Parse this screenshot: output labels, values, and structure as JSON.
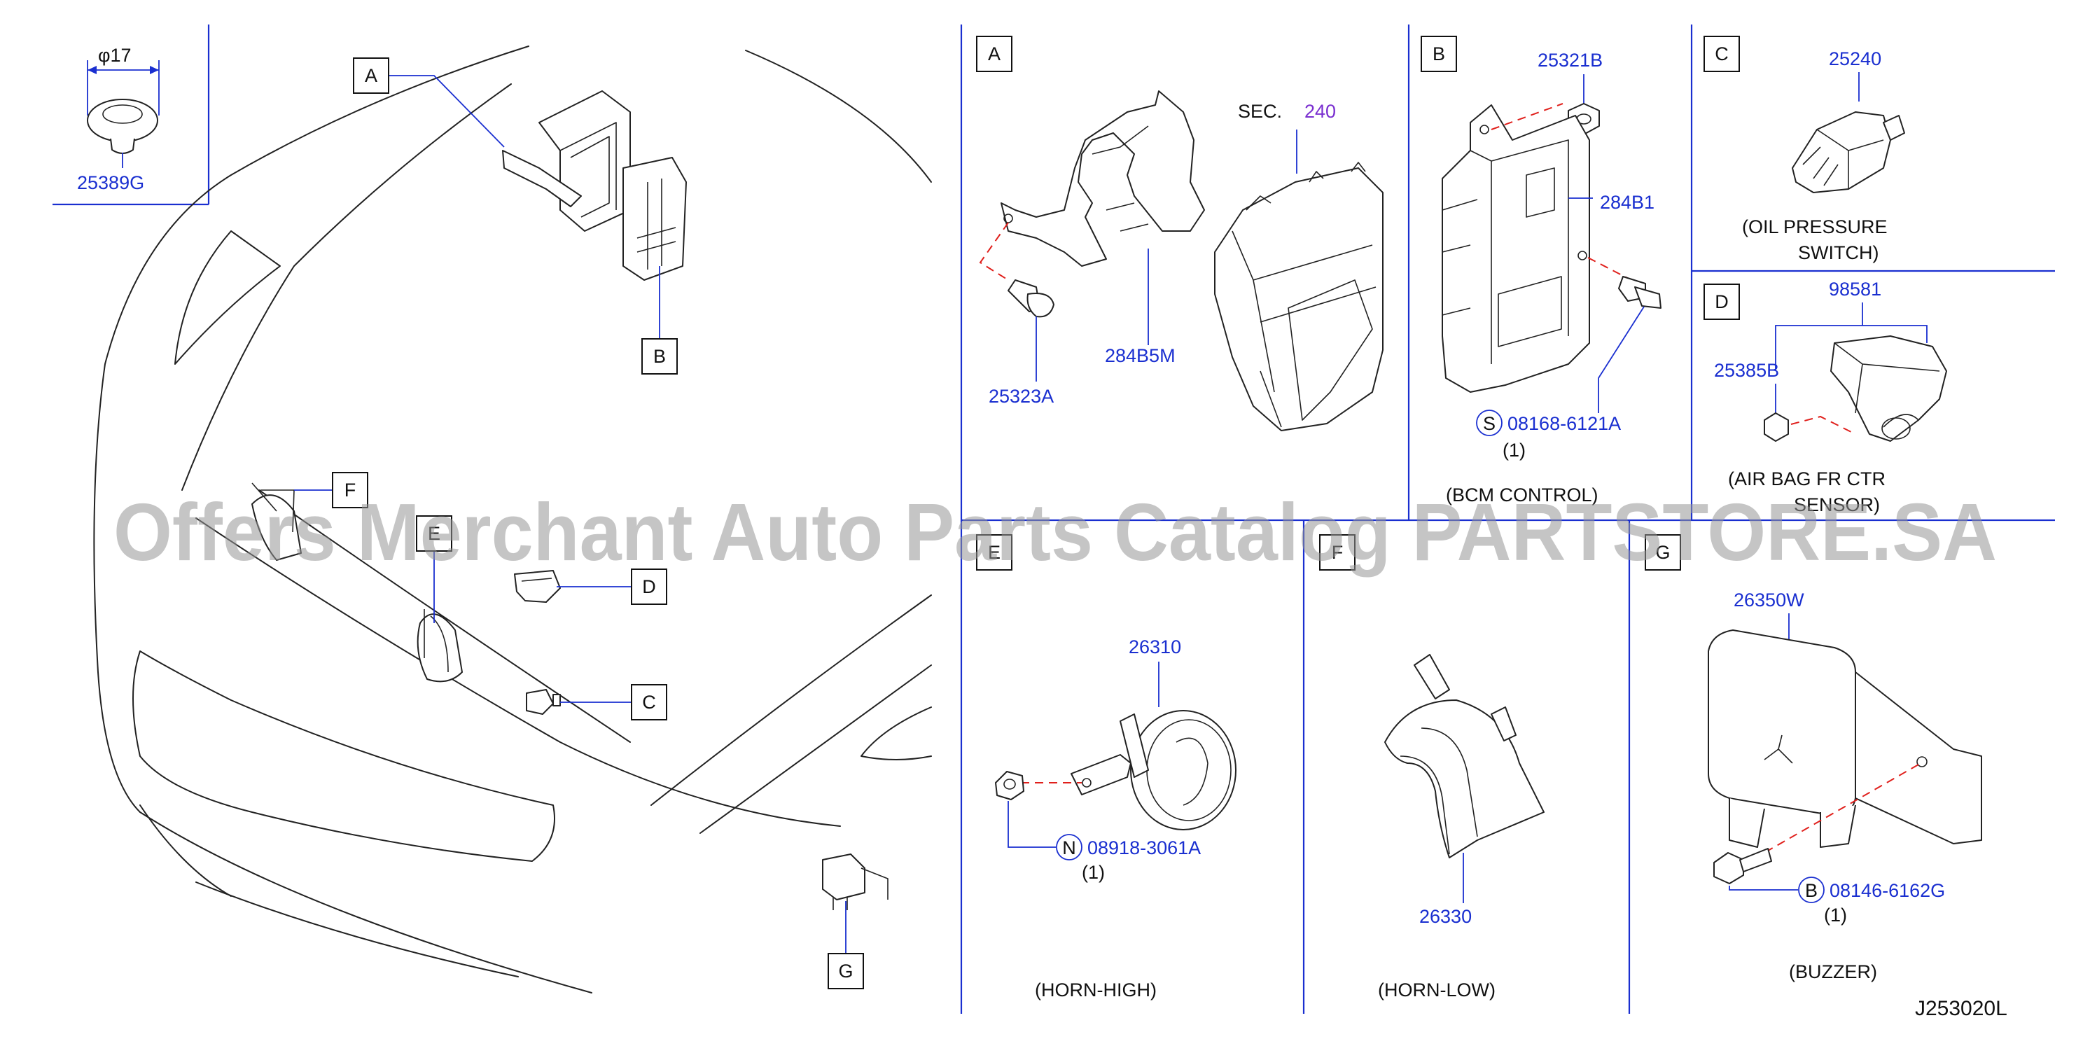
{
  "callouts": [
    "A",
    "B",
    "C",
    "D",
    "E",
    "F",
    "G"
  ],
  "panels": {
    "A": {
      "letter": "A",
      "sec_prefix": "SEC.",
      "sec_num": "240",
      "parts": [
        "284B5M",
        "25323A"
      ]
    },
    "B": {
      "letter": "B",
      "parts": [
        "25321B",
        "284B1"
      ],
      "bolt_prefix": "S",
      "bolt": "08168-6121A",
      "qty": "(1)",
      "caption": "(BCM   CONTROL)"
    },
    "C": {
      "letter": "C",
      "parts": [
        "25240"
      ],
      "caption1": "(OIL   PRESSURE",
      "caption2": "SWITCH)"
    },
    "D": {
      "letter": "D",
      "parts": [
        "98581",
        "25385B"
      ],
      "caption1": "(AIR   BAG   FR   CTR",
      "caption2": "SENSOR)"
    },
    "E": {
      "letter": "E",
      "parts": [
        "26310"
      ],
      "nut_prefix": "N",
      "nut": "08918-3061A",
      "qty": "(1)",
      "caption": "(HORN-HIGH)"
    },
    "F": {
      "letter": "F",
      "parts": [
        "26330"
      ],
      "caption": "(HORN-LOW)"
    },
    "G": {
      "letter": "G",
      "parts": [
        "26350W"
      ],
      "bolt_prefix": "B",
      "bolt": "08146-6162G",
      "qty": "(1)",
      "caption": "(BUZZER)"
    }
  },
  "clip": {
    "dimension": "φ17",
    "part": "25389G"
  },
  "diagram_id": "J253020L",
  "watermark": "Offers Merchant Auto Parts Catalog PARTSTORE.SA",
  "colors": {
    "part_number": "#1a2fd0",
    "sec_link": "#7a2fd0",
    "dashed_line": "#e0201c",
    "frame": "#1a2fd0",
    "watermark": "#969696"
  }
}
